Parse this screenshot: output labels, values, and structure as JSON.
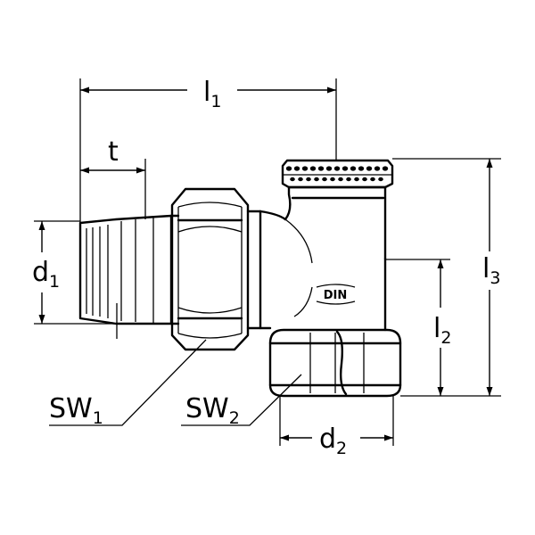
{
  "labels": {
    "l1": {
      "base": "l",
      "sub": "1"
    },
    "t": {
      "base": "t"
    },
    "d1": {
      "base": "d",
      "sub": "1"
    },
    "l3": {
      "base": "l",
      "sub": "3"
    },
    "l2": {
      "base": "l",
      "sub": "2"
    },
    "sw1": {
      "base": "SW",
      "sub": "1"
    },
    "sw2": {
      "base": "SW",
      "sub": "2"
    },
    "d2": {
      "base": "d",
      "sub": "2"
    }
  },
  "stamp": "DIN"
}
